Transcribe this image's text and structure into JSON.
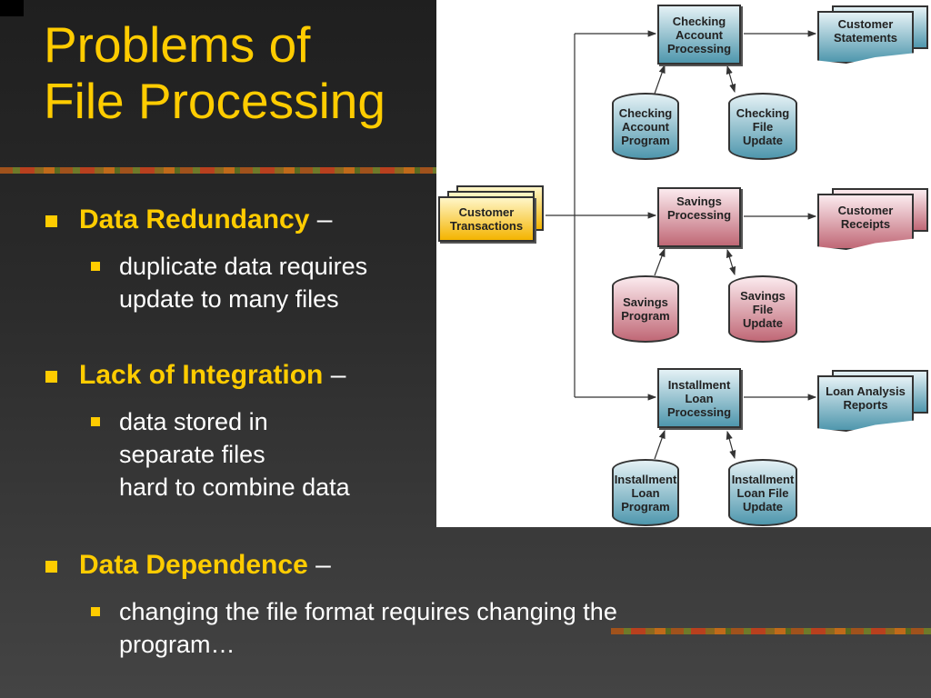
{
  "slide": {
    "title_line1": "Problems of",
    "title_line2": "File Processing",
    "bullets": [
      {
        "heading": "Data Redundancy",
        "dash": "–",
        "sub": [
          "duplicate data requires",
          "update to many files"
        ]
      },
      {
        "heading": "Lack of Integration",
        "dash": "–",
        "sub": [
          "data stored in",
          "separate files",
          "hard to combine data"
        ]
      },
      {
        "heading": "Data Dependence",
        "dash": "–",
        "sub": [
          "changing the file format requires changing the",
          "program…"
        ]
      }
    ]
  },
  "diagram": {
    "input": "Customer Transactions",
    "rows": [
      {
        "process": [
          "Checking",
          "Account",
          "Processing"
        ],
        "program": [
          "Checking",
          "Account",
          "Program"
        ],
        "file": [
          "Checking",
          "File",
          "Update"
        ],
        "output": [
          "Customer",
          "Statements"
        ],
        "color": "#4f97ad"
      },
      {
        "process": [
          "Savings",
          "Processing"
        ],
        "program": [
          "Savings",
          "Program"
        ],
        "file": [
          "Savings",
          "File",
          "Update"
        ],
        "output": [
          "Customer",
          "Receipts"
        ],
        "color": "#c06876"
      },
      {
        "process": [
          "Installment",
          "Loan",
          "Processing"
        ],
        "program": [
          "Installment",
          "Loan",
          "Program"
        ],
        "file": [
          "Installment",
          "Loan File",
          "Update"
        ],
        "output": [
          "Loan Analysis",
          "Reports"
        ],
        "color": "#4f97ad"
      }
    ]
  }
}
